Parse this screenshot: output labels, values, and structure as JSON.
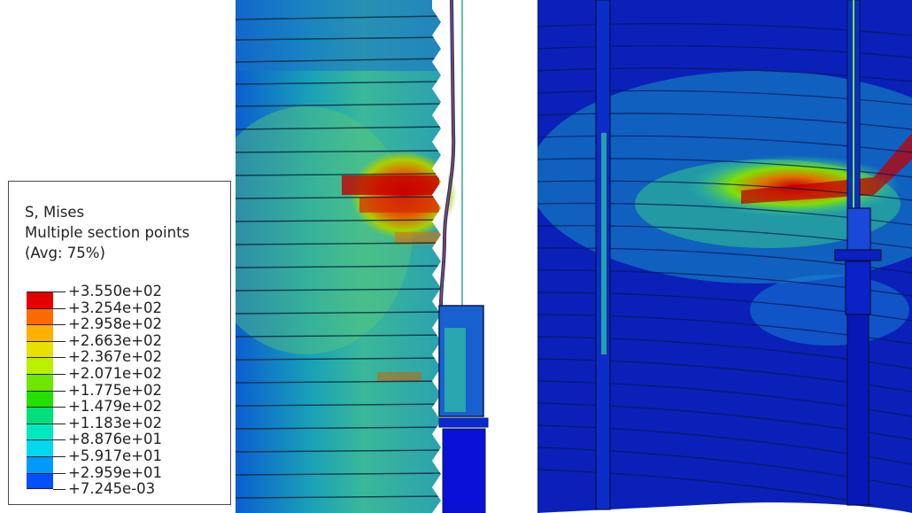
{
  "legend": {
    "title_line1": "S, Mises",
    "title_line2": "Multiple section points",
    "title_line3": "(Avg: 75%)",
    "values": [
      "+3.550e+02",
      "+3.254e+02",
      "+2.958e+02",
      "+2.663e+02",
      "+2.367e+02",
      "+2.071e+02",
      "+1.775e+02",
      "+1.479e+02",
      "+1.183e+02",
      "+8.876e+01",
      "+5.917e+01",
      "+2.959e+01",
      "+7.245e-03"
    ],
    "colors": [
      "#e50000",
      "#ff6a00",
      "#ffb000",
      "#e8e000",
      "#b8f000",
      "#6ee600",
      "#24e000",
      "#00e07a",
      "#00e8c0",
      "#00d8f0",
      "#009aff",
      "#0050ff",
      "#0008e0"
    ]
  },
  "panels": {
    "left_view": "fea-contour-panel-left",
    "right_view": "fea-contour-panel-right"
  }
}
